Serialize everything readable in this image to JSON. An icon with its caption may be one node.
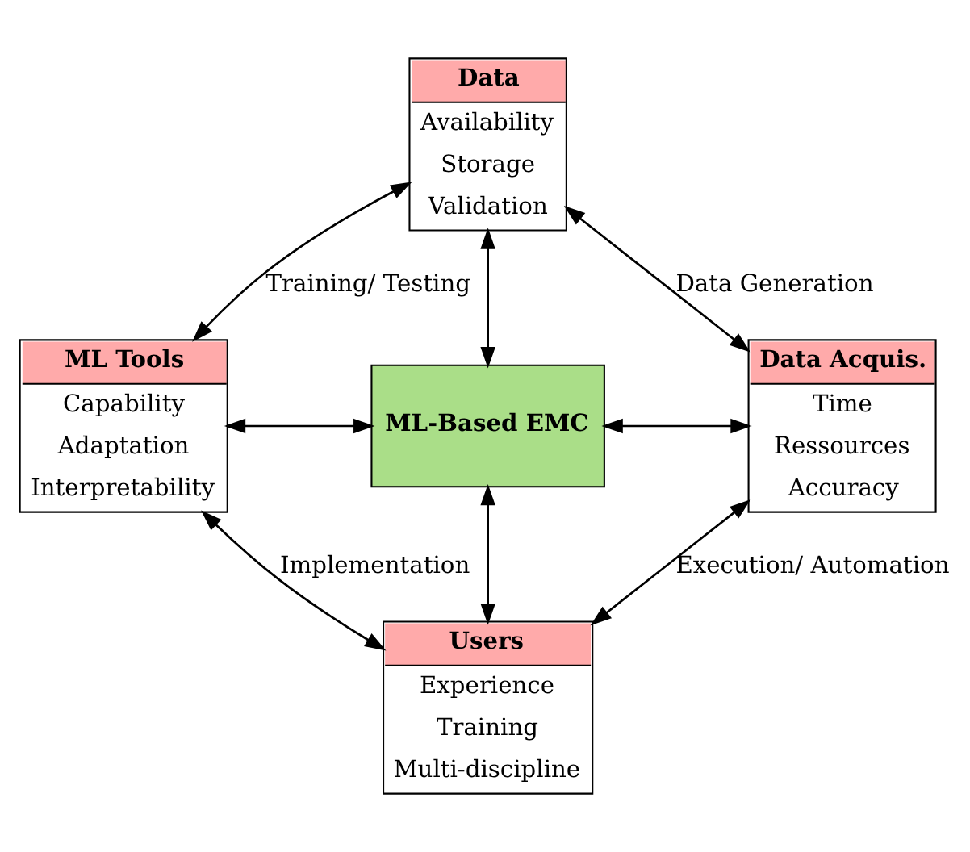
{
  "diagram": {
    "nodes": [
      {
        "text": [
          "Data",
          "Availability",
          "Storage",
          "Validation"
        ]
      },
      {
        "text": [
          "ML Tools",
          "Capability",
          "Adaptation",
          "Interpretability"
        ]
      },
      {
        "text": [
          "ML-Based EMC"
        ]
      },
      {
        "text": [
          "Data Acquis.",
          "Time",
          "Ressources",
          "Accuracy"
        ]
      },
      {
        "text": [
          "Users",
          "Experience",
          "Training",
          "Multi-discipline"
        ]
      }
    ],
    "edges": [
      {
        "from": 0,
        "to": 1,
        "arrow": "both",
        "label": "Training/ Testing"
      },
      {
        "from": 0,
        "to": 3,
        "arrow": "both",
        "label": "Data Generation"
      },
      {
        "from": 0,
        "to": 2,
        "arrow": "both"
      },
      {
        "from": 1,
        "to": 2,
        "arrow": "both"
      },
      {
        "from": 2,
        "to": 3,
        "arrow": "both"
      },
      {
        "from": 2,
        "to": 4,
        "arrow": "both"
      },
      {
        "from": 1,
        "to": 4,
        "arrow": "both",
        "label": "Implementation"
      },
      {
        "from": 3,
        "to": 4,
        "arrow": "both",
        "label": "Execution/ Automation"
      }
    ]
  }
}
